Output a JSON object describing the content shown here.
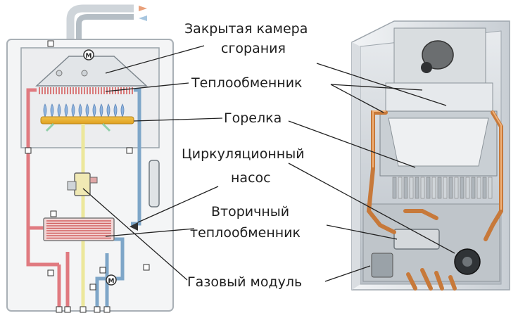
{
  "labels": {
    "chamber_line1": "Закрытая камера",
    "chamber_line2": "сгорания",
    "heat_exchanger": "Теплообменник",
    "burner": "Горелка",
    "pump_line1": "Циркуляционный",
    "pump_line2": "насос",
    "secondary_line1": "Вторичный",
    "secondary_line2": "теплообменник",
    "gas_module": "Газовый модуль"
  },
  "schematic": {
    "fan_marker": "M",
    "valve_marker": "M"
  },
  "colors": {
    "hot_pipe": "#e07a80",
    "cold_pipe": "#7ea6c8",
    "gas_pipe": "#ece79b",
    "leader_line": "#222222",
    "copper": "#c7793a"
  }
}
